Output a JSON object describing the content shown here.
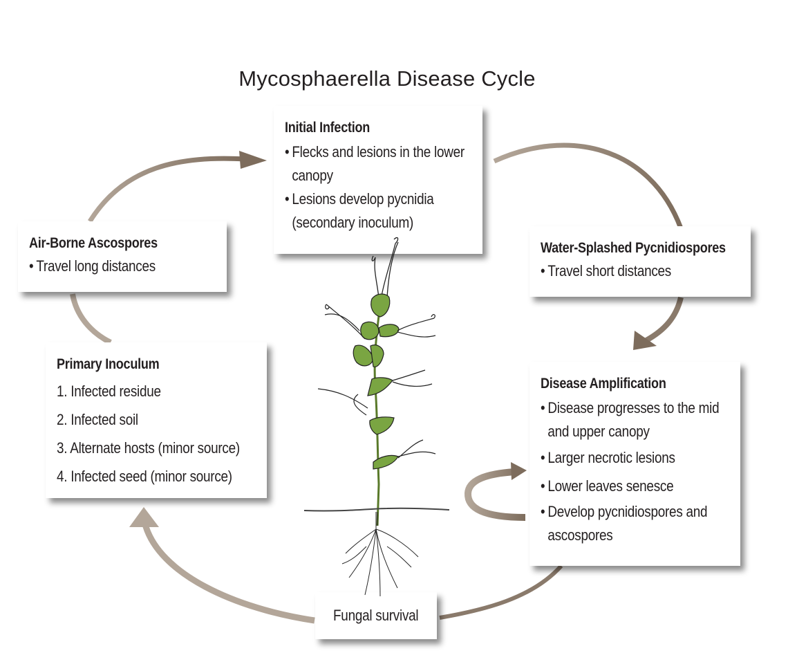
{
  "title": "Mycosphaerella Disease Cycle",
  "colors": {
    "arrow_dark": "#7d6c5c",
    "arrow_light": "#b3a699",
    "leaf_green": "#7aa542",
    "text": "#231f20"
  },
  "stages": {
    "initial_infection": {
      "heading": "Initial Infection",
      "items": [
        {
          "line1": "Flecks and lesions in the lower",
          "line2": "canopy"
        },
        {
          "line1": "Lesions develop pycnidia",
          "line2": "(secondary inoculum)"
        }
      ]
    },
    "air_borne": {
      "heading": "Air-Borne Ascospores",
      "items": [
        {
          "line1": "Travel long distances"
        }
      ]
    },
    "water_splashed": {
      "heading": "Water-Splashed Pycnidiospores",
      "items": [
        {
          "line1": "Travel short distances"
        }
      ]
    },
    "primary_inoculum": {
      "heading": "Primary Inoculum",
      "items": [
        "1. Infected residue",
        "2. Infected soil",
        "3. Alternate hosts (minor source)",
        "4. Infected seed (minor source)"
      ]
    },
    "disease_amplification": {
      "heading": "Disease Amplification",
      "items": [
        {
          "line1": "Disease progresses to the mid",
          "line2": "and upper canopy"
        },
        {
          "line1": "Larger necrotic lesions"
        },
        {
          "line1": "Lower leaves senesce"
        },
        {
          "line1": "Develop pycnidiospores and",
          "line2": "ascospores"
        }
      ]
    },
    "fungal_survival": {
      "label": "Fungal survival"
    }
  },
  "bullet": "•",
  "icons": {
    "plant": "pea-plant-illustration",
    "arrow": "curved-arrow"
  }
}
